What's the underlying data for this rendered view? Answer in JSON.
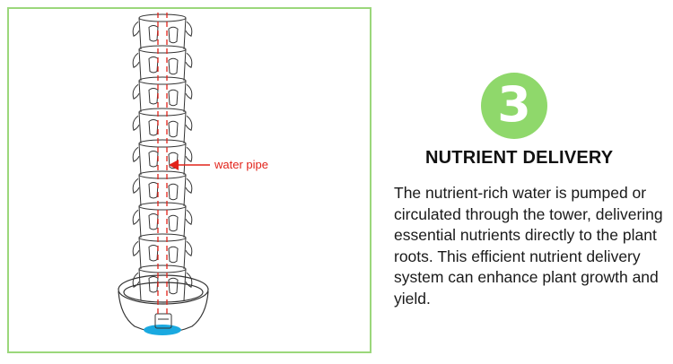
{
  "diagram": {
    "pipe_label": "water pipe"
  },
  "step": {
    "number": "3",
    "title": "NUTRIENT DELIVERY",
    "description": "The nutrient-rich water is pumped or circulated through the tower, delivering essential nutrients directly to the plant roots. This efficient nutrient delivery system can enhance plant growth and yield."
  },
  "colors": {
    "frame": "#9bd77b",
    "badge": "#8fd86b",
    "pipe": "#e2231a",
    "reservoir_water": "#1aa9e0"
  }
}
